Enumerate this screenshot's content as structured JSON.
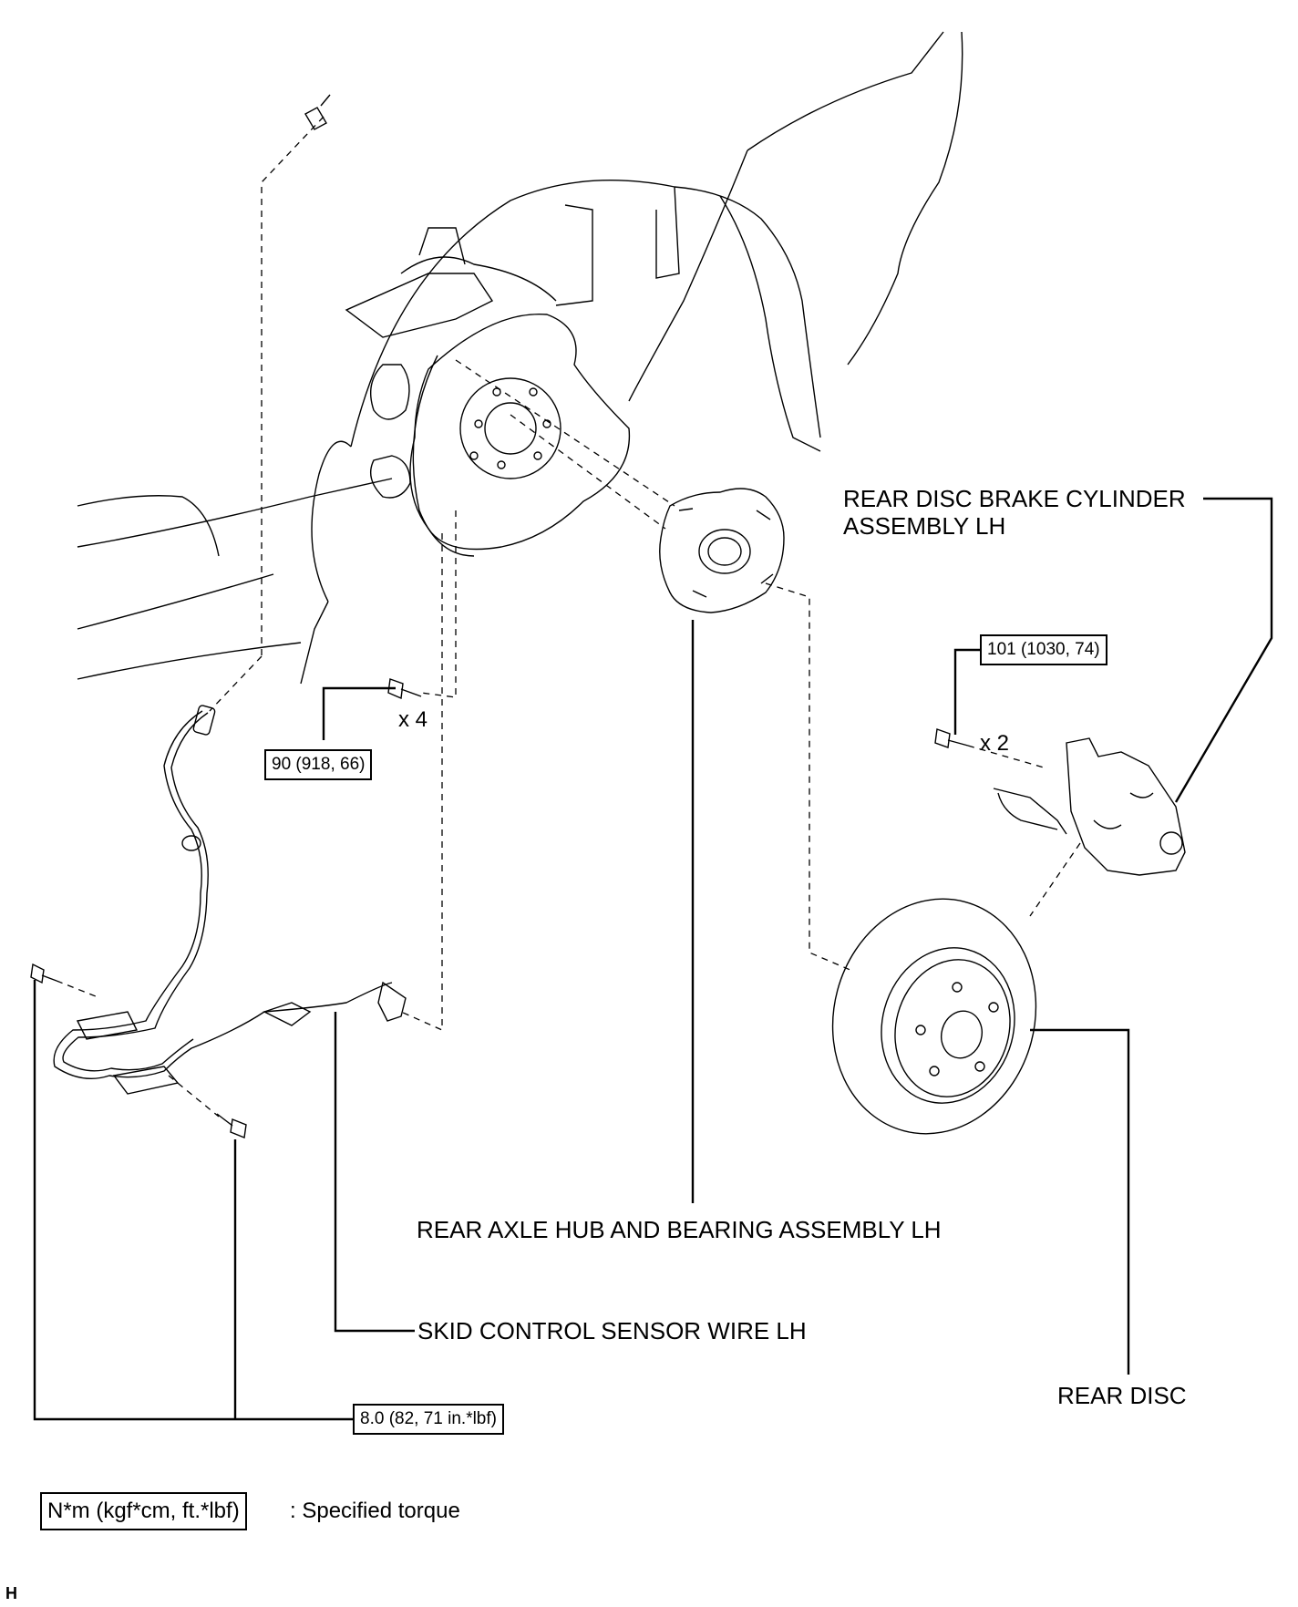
{
  "labels": {
    "rear_disc_brake_cylinder": "REAR DISC BRAKE CYLINDER\nASSEMBLY LH",
    "rear_axle_hub": "REAR AXLE HUB AND BEARING ASSEMBLY LH",
    "skid_control_sensor_wire": "SKID CONTROL SENSOR WIRE LH",
    "rear_disc": "REAR DISC"
  },
  "torques": {
    "hub_bolts": "90 (918, 66)",
    "caliper_bolts": "101 (1030, 74)",
    "sensor_bolts": "8.0 (82, 71 in.*lbf)"
  },
  "quantities": {
    "hub_bolts": "x 4",
    "caliper_bolts": "x 2"
  },
  "legend": {
    "unit_box": "N*m (kgf*cm, ft.*lbf)",
    "description": ": Specified torque"
  },
  "figure_code": "H"
}
